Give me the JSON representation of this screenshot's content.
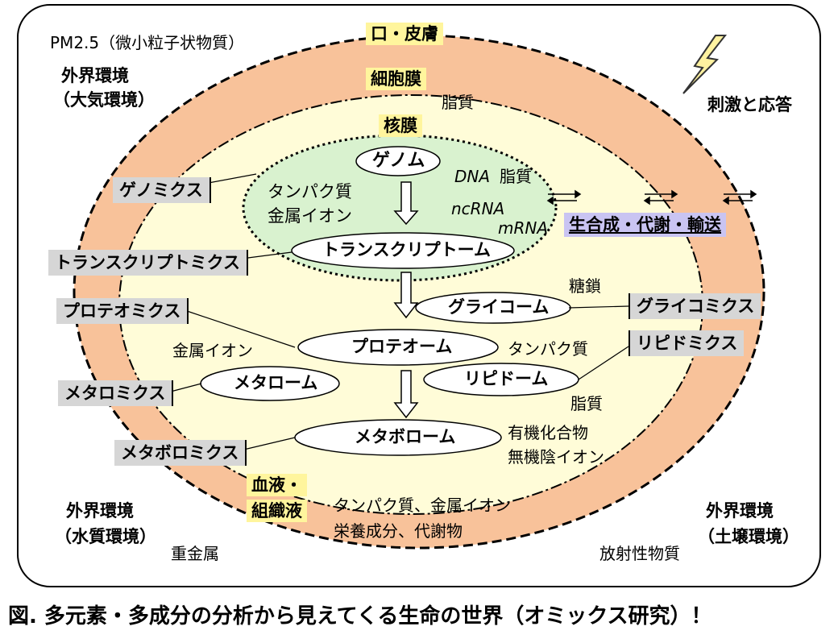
{
  "labels": {
    "pm25": "PM2.5（微小粒子状物質）",
    "mouth_skin": "口・皮膚",
    "cell_membrane": "細胞膜",
    "lipid_top": "脂質",
    "nuclear_membrane": "核膜",
    "outer_env_air_1": "外界環境",
    "outer_env_air_2": "（大気環境）",
    "stimulus_response": "刺激と応答",
    "genome": "ゲノム",
    "dna": "DNA",
    "lipid_nucleus": "脂質",
    "protein_metal_1": "タンパク質",
    "protein_metal_2": "金属イオン",
    "ncrna": "ncRNA",
    "mrna": "mRNA",
    "biosynthesis": "生合成・代謝・輸送",
    "transcriptome": "トランスクリプトーム",
    "genomics": "ゲノミクス",
    "transcriptomics": "トランスクリプトミクス",
    "sugar_chain": "糖鎖",
    "glycome": "グライコーム",
    "glycomics": "グライコミクス",
    "proteomics": "プロテオミクス",
    "lipidomics": "リピドミクス",
    "metal_ion": "金属イオン",
    "proteome": "プロテオーム",
    "protein": "タンパク質",
    "metalome": "メタローム",
    "lipidome": "リピドーム",
    "metallomics": "メタロミクス",
    "lipid_bottom": "脂質",
    "organic_1": "有機化合物",
    "organic_2": "無機陰イオン",
    "metabolome": "メタボローム",
    "metabolomics": "メタボロミクス",
    "blood_1": "血液・",
    "blood_2": "組織液",
    "nutrients_1": "タンパク質、金属イオン",
    "nutrients_2": "栄養成分、代謝物",
    "outer_env_water_1": "外界環境",
    "outer_env_water_2": "（水質環境）",
    "heavy_metal": "重金属",
    "outer_env_soil_1": "外界環境",
    "outer_env_soil_2": "（土壌環境）",
    "radioactive": "放射性物質"
  },
  "caption": "図. 多元素・多成分の分析から見えてくる生命の世界（オミックス研究）！",
  "colors": {
    "outer_ring": "#f8c29a",
    "inner_cell": "#fffcd8",
    "nucleus": "#d9f2cf",
    "highlight_yellow": "#fff59d",
    "highlight_gray": "#d6d6d6",
    "highlight_blue": "#c9c4f2"
  }
}
